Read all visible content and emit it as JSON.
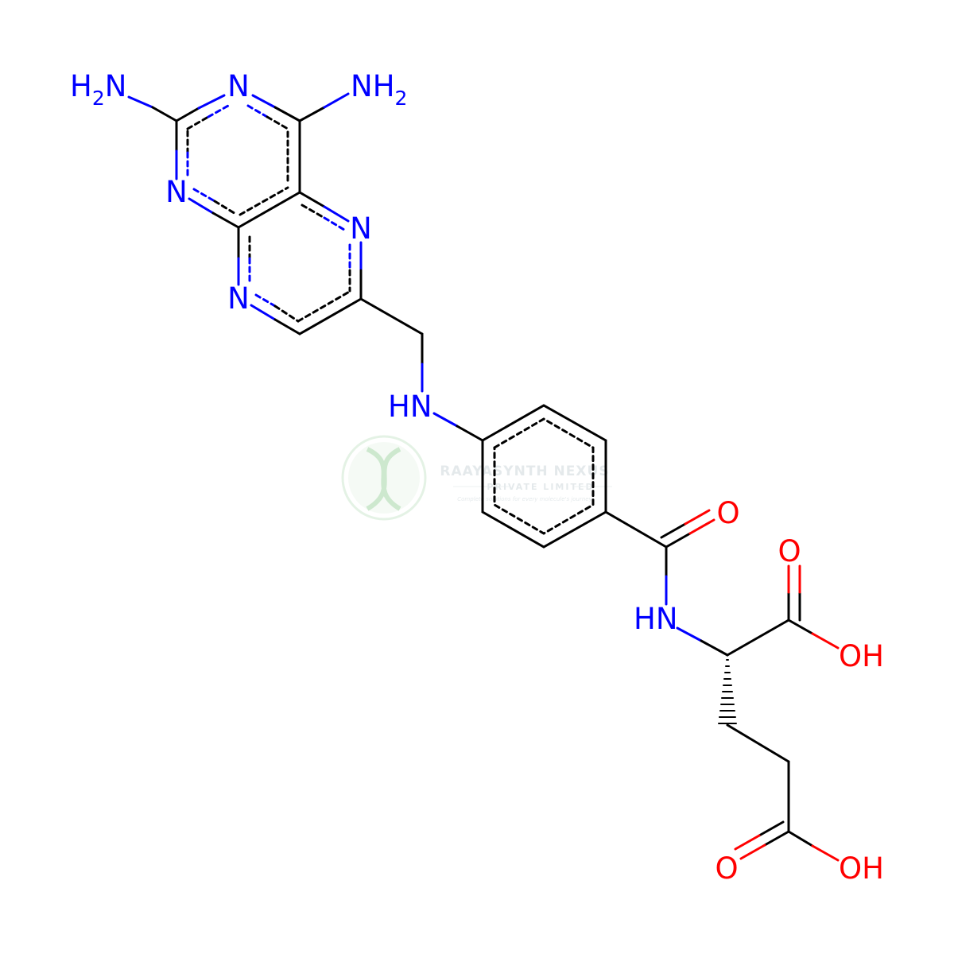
{
  "colors": {
    "carbon": "#000000",
    "nitrogen": "#0000ff",
    "oxygen": "#ff0000",
    "background": "#ffffff",
    "watermark": "#c8e6c9"
  },
  "watermark": {
    "title": "RAAYASYNTH NEXUS",
    "subtitle": "PRIVATE LIMITED",
    "tagline": "Complete solutions for every molecule's journey"
  },
  "atoms": {
    "nh2_left": "H2N",
    "n1": "N",
    "nh2_right": "NH2",
    "n3": "N",
    "n5": "N",
    "n8": "N",
    "nh_linker": "HN",
    "o_amide": "O",
    "nh_amide": "HN",
    "o_acid1": "O",
    "oh_acid1": "OH",
    "o_acid2": "O",
    "oh_acid2": "OH"
  }
}
